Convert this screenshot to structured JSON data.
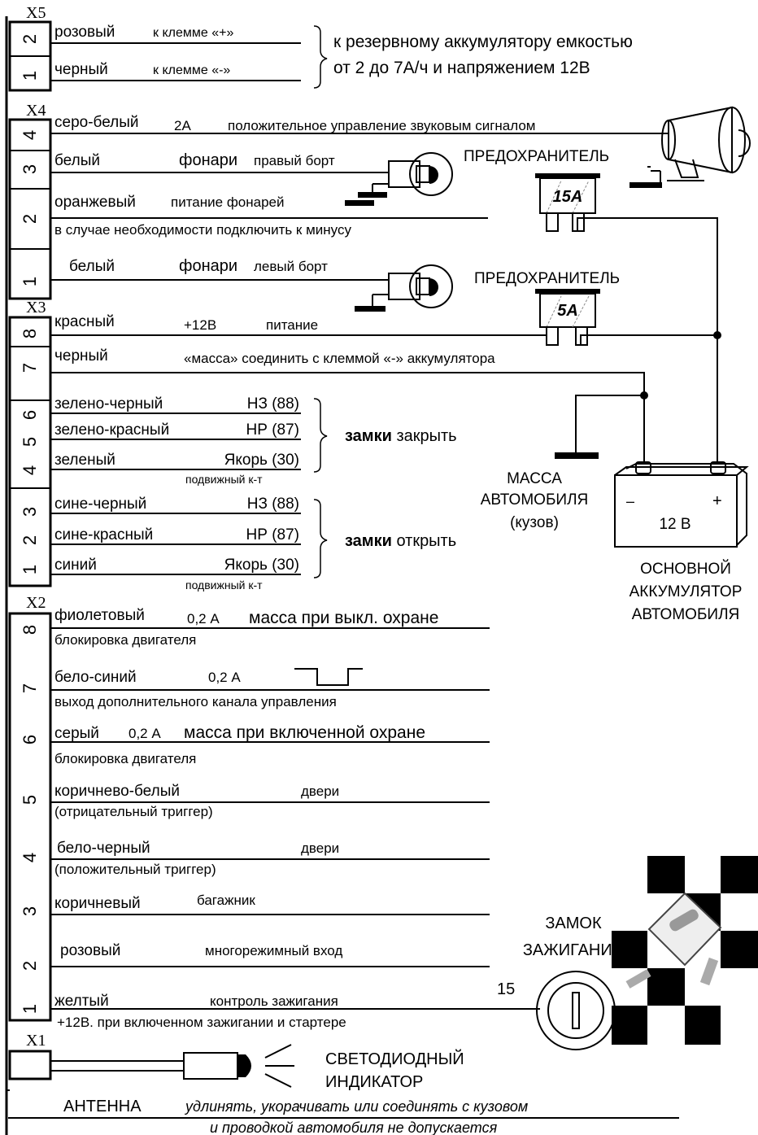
{
  "connectors": {
    "x5": {
      "label": "X5",
      "pins": [
        "2",
        "1"
      ],
      "wires": [
        {
          "color": "розовый",
          "desc": "к клемме «+»"
        },
        {
          "color": "черный",
          "desc": "к клемме «-»"
        }
      ],
      "note_line1": "к резервному аккумулятору емкостью",
      "note_line2": "от 2 до 7А/ч и напряжением 12В"
    },
    "x4": {
      "label": "X4",
      "pins": [
        "4",
        "3",
        "2",
        "1"
      ],
      "w4_color": "серо-белый",
      "w4_current": "2А",
      "w4_desc": "положительное управление звуковым сигналом",
      "w3_color": "белый",
      "w3_bold": "фонари",
      "w3_side": "правый борт",
      "w2_color": "оранжевый",
      "w2_desc": "питание фонарей",
      "w2_sub": "в случае необходимости подключить к минусу",
      "w1_color": "белый",
      "w1_bold": "фонари",
      "w1_side": "левый борт"
    },
    "x3": {
      "label": "X3",
      "pins": [
        "8",
        "7",
        "6",
        "5",
        "4",
        "3",
        "2",
        "1"
      ],
      "w8_color": "красный",
      "w8_voltage": "+12В",
      "w8_desc": "питание",
      "w7_color": "черный",
      "w7_desc": "«масса»  соединить с клеммой «-» аккумулятора",
      "lock_close": [
        {
          "color": "зелено-черный",
          "contact": "НЗ (88)"
        },
        {
          "color": "зелено-красный",
          "contact": "НР (87)"
        },
        {
          "color": "зеленый",
          "contact": "Якорь (30)"
        }
      ],
      "lock_close_sub": "подвижный к-т",
      "lock_close_bold": "замки",
      "lock_close_action": "закрыть",
      "lock_open": [
        {
          "color": "сине-черный",
          "contact": "НЗ (88)"
        },
        {
          "color": "сине-красный",
          "contact": "НР (87)"
        },
        {
          "color": "синий",
          "contact": "Якорь (30)"
        }
      ],
      "lock_open_sub": "подвижный к-т",
      "lock_open_bold": "замки",
      "lock_open_action": "открыть"
    },
    "x2": {
      "label": "X2",
      "pins": [
        "8",
        "7",
        "6",
        "5",
        "4",
        "3",
        "2",
        "1"
      ],
      "w8_color": "фиолетовый",
      "w8_current": "0,2 А",
      "w8_desc": "масса при выкл. охране",
      "w8_sub": "блокировка двигателя",
      "w7_color": "бело-синий",
      "w7_current": "0,2 А",
      "w7_sub": "выход дополнительного канала управления",
      "w6_color": "серый",
      "w6_current": "0,2 А",
      "w6_desc": "масса при включенной охране",
      "w6_sub": "блокировка двигателя",
      "w5_color": "коричнево-белый",
      "w5_desc": "двери",
      "w5_sub": "(отрицательный триггер)",
      "w4_color": "бело-черный",
      "w4_desc": "двери",
      "w4_sub": "(положительный триггер)",
      "w3_color": "коричневый",
      "w3_desc": "багажник",
      "w2_color": "розовый",
      "w2_desc": "многорежимный вход",
      "w1_color": "желтый",
      "w1_desc": "контроль зажигания",
      "w1_sub": "+12В. при включенном   зажигании и стартере"
    },
    "x1": {
      "label": "X1"
    }
  },
  "components": {
    "fuse_label_1": "ПРЕДОХРАНИТЕЛЬ",
    "fuse_rating_1": "15А",
    "fuse_label_2": "ПРЕДОХРАНИТЕЛЬ",
    "fuse_rating_2": "5А",
    "ground_line1": "МАССА",
    "ground_line2": "АВТОМОБИЛЯ",
    "ground_line3": "(кузов)",
    "battery_minus": "–",
    "battery_plus": "+",
    "battery_voltage": "12 В",
    "battery_line1": "ОСНОВНОЙ",
    "battery_line2": "АККУМУЛЯТОР",
    "battery_line3": "АВТОМОБИЛЯ",
    "ignition_line1": "ЗАМОК",
    "ignition_line2": "ЗАЖИГАНИЯ",
    "ignition_terminal": "15",
    "led_line1": "СВЕТОДИОДНЫЙ",
    "led_line2": "ИНДИКАТОР",
    "antenna_label": "АНТЕННА",
    "antenna_note1": "удлинять, укорачивать или соединять с кузовом",
    "antenna_note2": "и проводкой автомобиля не допускается"
  }
}
